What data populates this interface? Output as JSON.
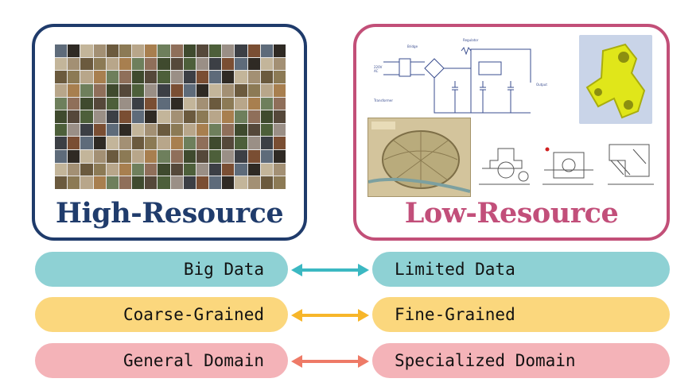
{
  "panels": {
    "high": {
      "title": "High-Resource"
    },
    "low": {
      "title": "Low-Resource"
    }
  },
  "rows": [
    {
      "left": "Big Data",
      "right": "Limited Data",
      "color": "#8ed1d4",
      "arrow_color": "#3bb8c2"
    },
    {
      "left": "Coarse-Grained",
      "right": "Fine-Grained",
      "color": "#fbd77d",
      "arrow_color": "#f7b62a"
    },
    {
      "left": "General Domain",
      "right": "Specialized Domain",
      "color": "#f4b3b8",
      "arrow_color": "#ee7a67"
    }
  ],
  "colors": {
    "high_border": "#1f3b6b",
    "low_border": "#c24f78",
    "high_title": "#203c6c",
    "low_title": "#c24f7a"
  }
}
